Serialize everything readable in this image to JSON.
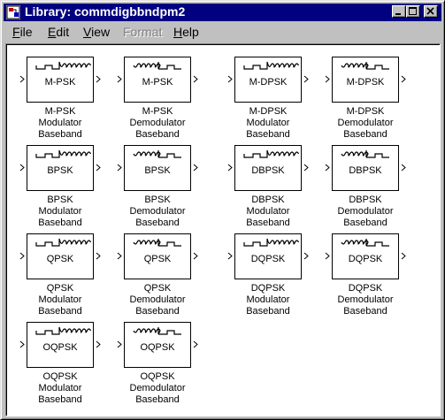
{
  "window": {
    "title": "Library: commdigbbndpm2"
  },
  "menu": [
    {
      "label": "File",
      "mnemonic": "F",
      "rest": "ile",
      "enabled": true
    },
    {
      "label": "Edit",
      "mnemonic": "E",
      "rest": "dit",
      "enabled": true
    },
    {
      "label": "View",
      "mnemonic": "V",
      "rest": "iew",
      "enabled": true
    },
    {
      "label": "Format",
      "mnemonic": "",
      "rest": "Format",
      "enabled": false
    },
    {
      "label": "Help",
      "mnemonic": "H",
      "rest": "elp",
      "enabled": true
    }
  ],
  "blocks": [
    {
      "id": "mpsk-mod",
      "label": "M-PSK",
      "wave": "mod",
      "caption": [
        "M-PSK",
        "Modulator",
        "Baseband"
      ]
    },
    {
      "id": "mpsk-demod",
      "label": "M-PSK",
      "wave": "demod",
      "caption": [
        "M-PSK",
        "Demodulator",
        "Baseband"
      ]
    },
    {
      "id": "mdpsk-mod",
      "label": "M-DPSK",
      "wave": "mod",
      "caption": [
        "M-DPSK",
        "Modulator",
        "Baseband"
      ]
    },
    {
      "id": "mdpsk-demod",
      "label": "M-DPSK",
      "wave": "demod",
      "caption": [
        "M-DPSK",
        "Demodulator",
        "Baseband"
      ]
    },
    {
      "id": "bpsk-mod",
      "label": "BPSK",
      "wave": "mod",
      "caption": [
        "BPSK",
        "Modulator",
        "Baseband"
      ]
    },
    {
      "id": "bpsk-demod",
      "label": "BPSK",
      "wave": "demod",
      "caption": [
        "BPSK",
        "Demodulator",
        "Baseband"
      ]
    },
    {
      "id": "dbpsk-mod",
      "label": "DBPSK",
      "wave": "mod",
      "caption": [
        "DBPSK",
        "Modulator",
        "Baseband"
      ]
    },
    {
      "id": "dbpsk-demod",
      "label": "DBPSK",
      "wave": "demod",
      "caption": [
        "DBPSK",
        "Demodulator",
        "Baseband"
      ]
    },
    {
      "id": "qpsk-mod",
      "label": "QPSK",
      "wave": "mod",
      "caption": [
        "QPSK",
        "Modulator",
        "Baseband"
      ]
    },
    {
      "id": "qpsk-demod",
      "label": "QPSK",
      "wave": "demod",
      "caption": [
        "QPSK",
        "Demodulator",
        "Baseband"
      ]
    },
    {
      "id": "dqpsk-mod",
      "label": "DQPSK",
      "wave": "mod",
      "caption": [
        "DQPSK",
        "Modulator",
        "Baseband"
      ]
    },
    {
      "id": "dqpsk-demod",
      "label": "DQPSK",
      "wave": "demod",
      "caption": [
        "DQPSK",
        "Demodulator",
        "Baseband"
      ]
    },
    {
      "id": "oqpsk-mod",
      "label": "OQPSK",
      "wave": "mod",
      "caption": [
        "OQPSK",
        "Modulator",
        "Baseband"
      ]
    },
    {
      "id": "oqpsk-demod",
      "label": "OQPSK",
      "wave": "demod",
      "caption": [
        "OQPSK",
        "Demodulator",
        "Baseband"
      ]
    }
  ],
  "colors": {
    "titlebar": "#000080",
    "face": "#c0c0c0",
    "canvas": "#ffffff"
  }
}
